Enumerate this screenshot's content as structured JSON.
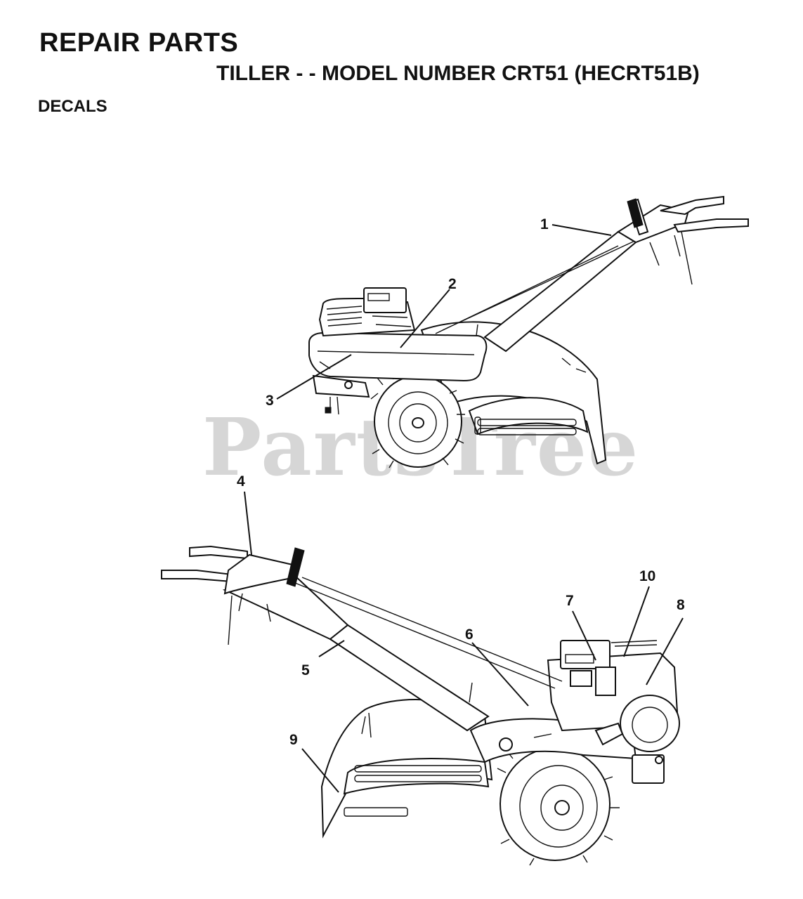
{
  "header": {
    "title": "REPAIR PARTS",
    "subtitle": "TILLER - - MODEL NUMBER CRT51 (HECRT51B)",
    "section": "DECALS"
  },
  "watermark": "PartsTree",
  "callouts": {
    "c1": "1",
    "c2": "2",
    "c3": "3",
    "c4": "4",
    "c5": "5",
    "c6": "6",
    "c7": "7",
    "c8": "8",
    "c9": "9",
    "c10": "10"
  }
}
